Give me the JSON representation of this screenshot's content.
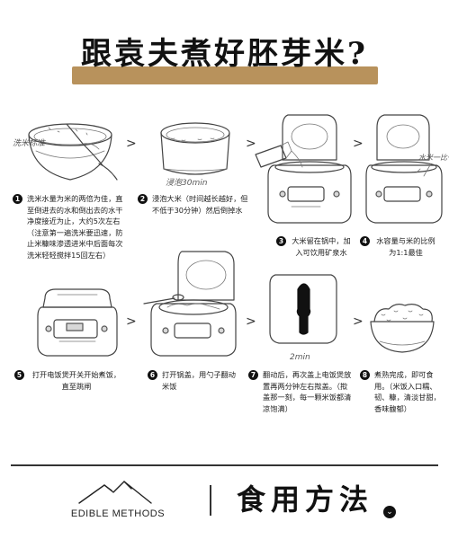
{
  "title": "跟袁夫煮好胚芽米?",
  "arrows": ">",
  "steps": [
    {
      "num": "1",
      "text": "洗米水量为米的两倍为佳，直至倒进去的水和倒出去的水干净度接近为止，大约5次左右（注意第一遍洗米要迅速，防止米糠味渗透进米中后面每次洗米轻轻搅拌15回左右）",
      "sketch": "洗米标准"
    },
    {
      "num": "2",
      "text": "浸泡大米（时间越长越好，但不低于30分钟）然后倒掉水",
      "sketch": "浸泡30min"
    },
    {
      "num": "3",
      "text": "大米留在锅中，加入可饮用矿泉水"
    },
    {
      "num": "4",
      "text": "水容量与米的比例为1:1最佳",
      "sketch": "水米一比一"
    },
    {
      "num": "5",
      "text": "打开电饭煲开关开始煮饭，直至跳闸"
    },
    {
      "num": "6",
      "text": "打开锅盖，用勺子翻动米饭"
    },
    {
      "num": "7",
      "text": "翻动后，再次盖上电饭煲放置再两分钟左右揿盖。（揿盖那一刻，每一颗米饭都清凉饱满）",
      "sketch": "2min"
    },
    {
      "num": "8",
      "text": "煮熟完成，即可食用。（米饭入口糯、韧、糠，清淡甘甜，香味馥郁）"
    }
  ],
  "footer": {
    "en": "EDIBLE METHODS",
    "cn": "食用方法",
    "circle_icon": "chevron-down-icon",
    "circle_glyph": "⌄"
  },
  "colors": {
    "accent": "#b8925c",
    "ink": "#111111"
  }
}
